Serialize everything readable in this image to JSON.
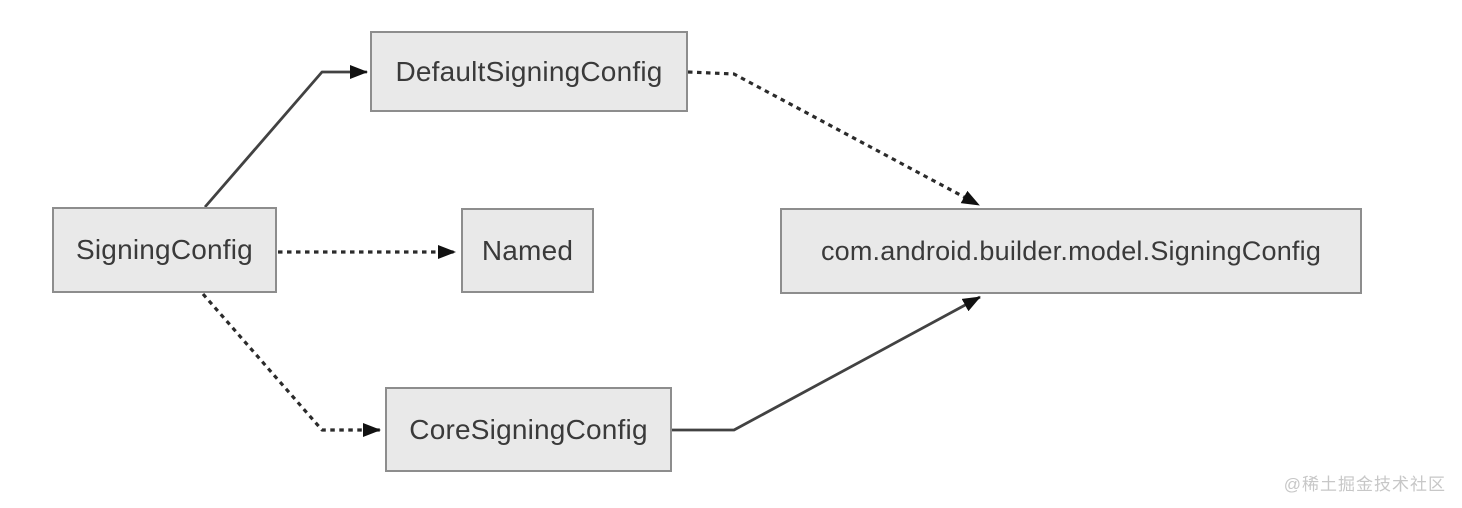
{
  "diagram_type": "class-relationship-graph",
  "nodes": {
    "signing_config": {
      "label": "SigningConfig"
    },
    "default_signing_config": {
      "label": "DefaultSigningConfig"
    },
    "named": {
      "label": "Named"
    },
    "builder_model_signing_config": {
      "label": "com.android.builder.model.SigningConfig"
    },
    "core_signing_config": {
      "label": "CoreSigningConfig"
    }
  },
  "edges": [
    {
      "from": "SigningConfig",
      "to": "DefaultSigningConfig",
      "style": "solid",
      "arrowhead": "filled-triangle"
    },
    {
      "from": "SigningConfig",
      "to": "Named",
      "style": "dotted",
      "arrowhead": "filled-triangle"
    },
    {
      "from": "SigningConfig",
      "to": "CoreSigningConfig",
      "style": "dotted",
      "arrowhead": "filled-triangle"
    },
    {
      "from": "DefaultSigningConfig",
      "to": "com.android.builder.model.SigningConfig",
      "style": "dotted",
      "arrowhead": "filled-triangle"
    },
    {
      "from": "CoreSigningConfig",
      "to": "com.android.builder.model.SigningConfig",
      "style": "solid",
      "arrowhead": "filled-triangle"
    }
  ],
  "watermark": "@稀土掘金技术社区",
  "colors": {
    "background": "#ffffff",
    "node_fill": "#e9e9e9",
    "node_border": "#8d8d8d",
    "node_text": "#3a3a3a",
    "solid_line": "#424242",
    "dotted_line": "#2b2b2b",
    "arrowhead": "#111111",
    "watermark_text": "#c7c7c7"
  }
}
